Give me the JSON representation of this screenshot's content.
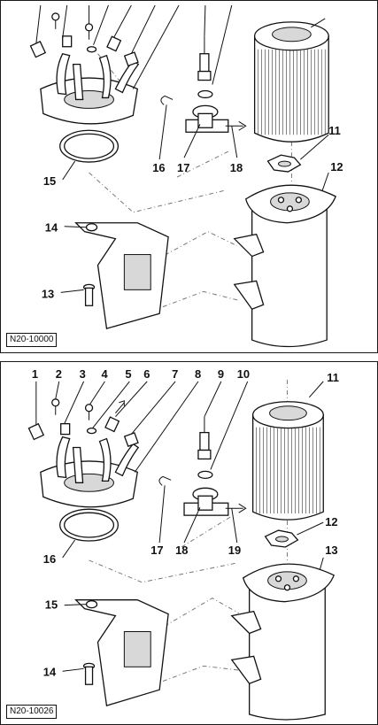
{
  "top_panel": {
    "code": "N20-10000",
    "callouts": [
      "11",
      "12",
      "13",
      "14",
      "15",
      "16",
      "17",
      "18"
    ]
  },
  "bottom_panel": {
    "code": "N20-10026",
    "callouts": [
      "1",
      "2",
      "3",
      "4",
      "5",
      "6",
      "7",
      "8",
      "9",
      "10",
      "11",
      "12",
      "13",
      "14",
      "15",
      "16",
      "17",
      "18",
      "19"
    ]
  }
}
